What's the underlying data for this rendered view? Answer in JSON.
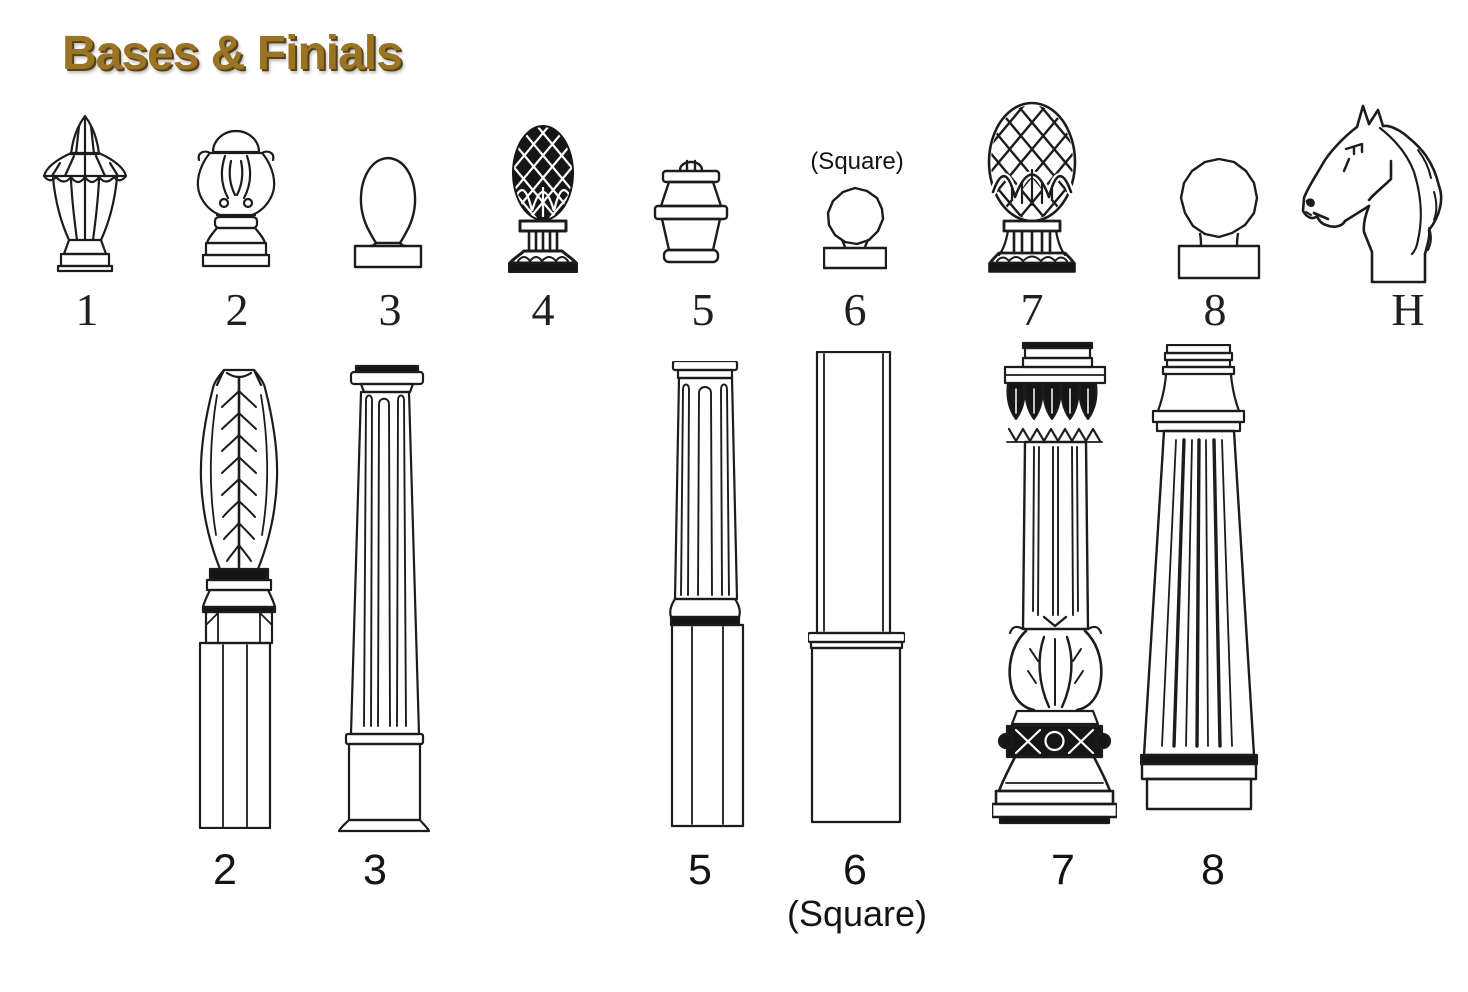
{
  "title": "Bases & Finials",
  "colors": {
    "background": "#ffffff",
    "line": "#1c1c1c",
    "ink_fill": "#161616",
    "title": "#9a7423",
    "title_shadow": "#5a431a",
    "label": "#1f1f1f"
  },
  "finials": {
    "items": [
      {
        "label": "1",
        "drawing": "ornate-spire-finial"
      },
      {
        "label": "2",
        "drawing": "scroll-dome-finial"
      },
      {
        "label": "3",
        "drawing": "acorn-ball-finial"
      },
      {
        "label": "4",
        "drawing": "pineapple-finial"
      },
      {
        "label": "5",
        "drawing": "banded-urn-finial"
      },
      {
        "label": "6",
        "drawing": "ball-finial-on-square-base",
        "note": "(Square)"
      },
      {
        "label": "7",
        "drawing": "large-pineapple-pedestal-finial"
      },
      {
        "label": "8",
        "drawing": "large-ball-finial"
      },
      {
        "label": "H",
        "drawing": "horse-head-finial"
      }
    ]
  },
  "bases": {
    "items": [
      {
        "label": "2",
        "drawing": "acanthus-leaf-base-column"
      },
      {
        "label": "3",
        "drawing": "fluted-tapered-column"
      },
      {
        "label": "5",
        "drawing": "fluted-column-square-shaft"
      },
      {
        "label": "6",
        "drawing": "square-column-plain-base",
        "note": "(Square)"
      },
      {
        "label": "7",
        "drawing": "ornate-corinthian-column"
      },
      {
        "label": "8",
        "drawing": "fluted-column-molded-cap"
      }
    ]
  }
}
